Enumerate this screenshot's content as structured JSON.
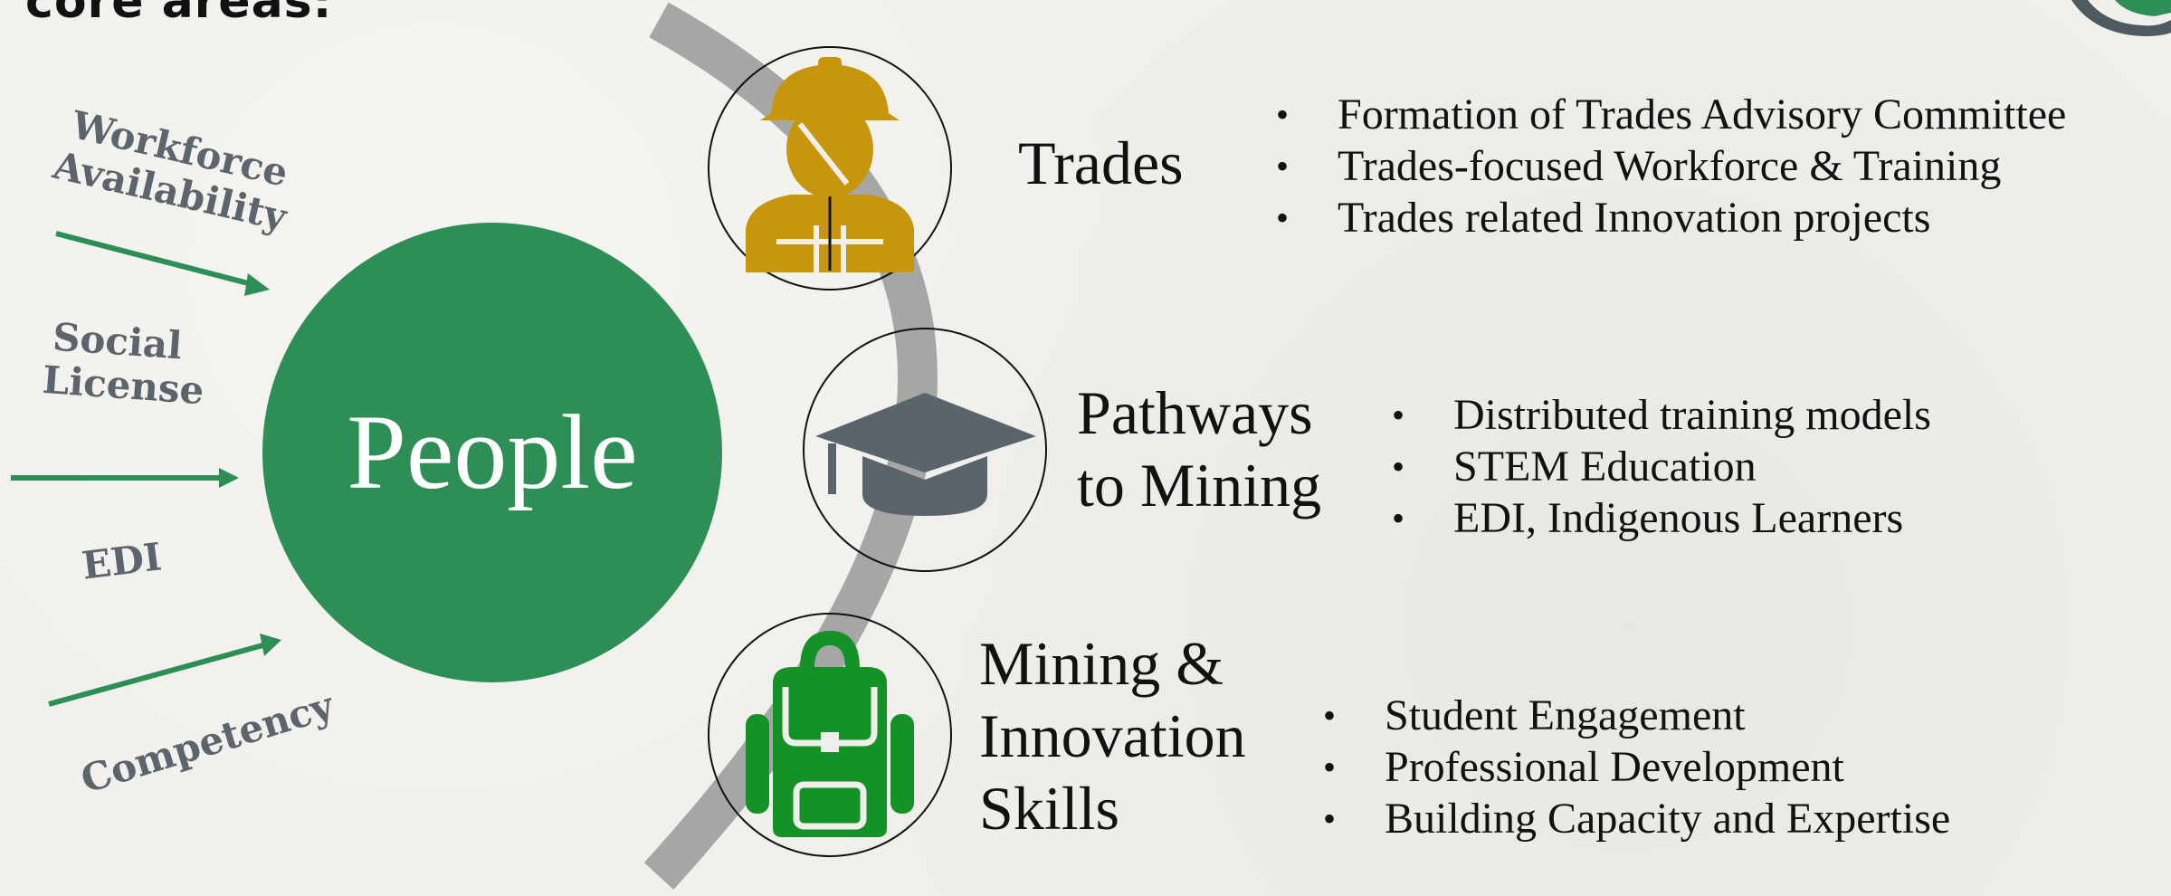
{
  "header": {
    "text": "core areas:"
  },
  "center": {
    "label": "People"
  },
  "inputs": [
    {
      "label_lines": [
        "Workforce",
        "Availability"
      ]
    },
    {
      "label_lines": [
        "Social",
        "License"
      ]
    },
    {
      "label": "EDI"
    },
    {
      "label": "Competency"
    }
  ],
  "areas": [
    {
      "title_lines": [
        "Trades"
      ],
      "icon": "construction-worker-icon",
      "icon_color": "#c8960c",
      "bullets": [
        "Formation of Trades Advisory Committee",
        "Trades-focused Workforce & Training",
        "Trades related Innovation projects"
      ]
    },
    {
      "title_lines": [
        "Pathways",
        "to Mining"
      ],
      "icon": "graduation-cap-icon",
      "icon_color": "#5a646b",
      "bullets": [
        "Distributed training models",
        "STEM Education",
        "EDI, Indigenous Learners"
      ]
    },
    {
      "title_lines": [
        "Mining &",
        "Innovation",
        "Skills"
      ],
      "icon": "backpack-icon",
      "icon_color": "#149127",
      "bullets": [
        "Student Engagement",
        "Professional Development",
        "Building Capacity and Expertise"
      ]
    }
  ],
  "colors": {
    "people_green": "#2e8f56",
    "arrow_green": "#2e8f56",
    "arc_gray": "#a6a6a6",
    "label_gray": "#5d646c"
  }
}
